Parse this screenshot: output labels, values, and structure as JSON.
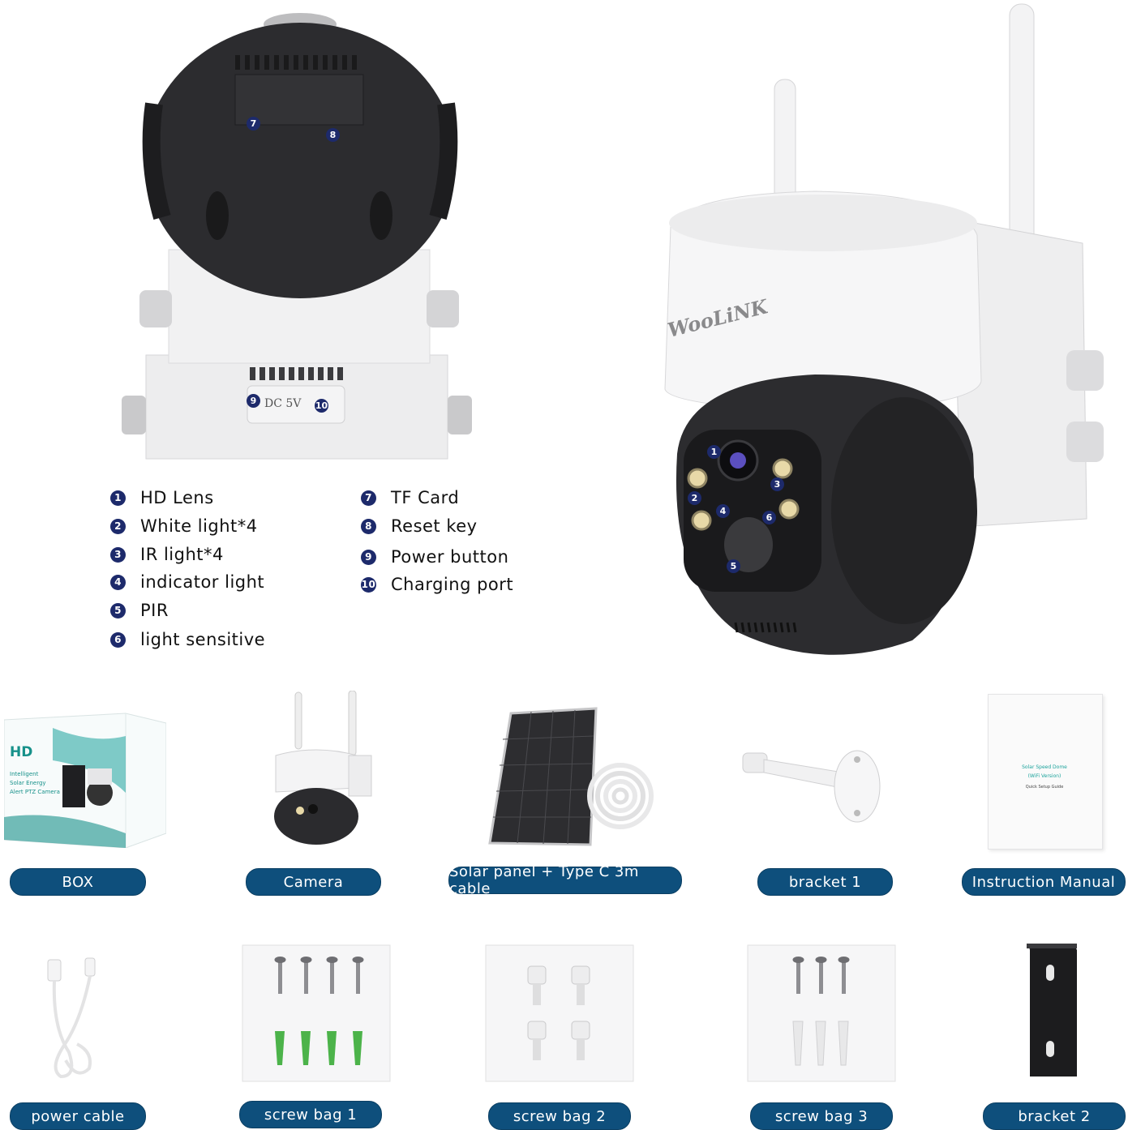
{
  "callouts_back": [
    "7",
    "8",
    "9",
    "10"
  ],
  "back_port_label": "DC 5V",
  "callouts_front": [
    "1",
    "2",
    "3",
    "4",
    "5",
    "6"
  ],
  "brand": "WooLiNK",
  "features_left": [
    {
      "num": "1",
      "label": "HD Lens"
    },
    {
      "num": "2",
      "label": "White light*4"
    },
    {
      "num": "3",
      "label": "IR light*4"
    },
    {
      "num": "4",
      "label": "indicator light"
    },
    {
      "num": "5",
      "label": "PIR"
    },
    {
      "num": "6",
      "label": "light sensitive"
    }
  ],
  "features_right": [
    {
      "num": "7",
      "label": "TF Card"
    },
    {
      "num": "8",
      "label": "Reset key"
    },
    {
      "num": "9",
      "label": "Power button"
    },
    {
      "num": "10",
      "label": "Charging port"
    }
  ],
  "box_text": {
    "hd": "HD",
    "line1": "Intelligent",
    "line2": "Solar Energy",
    "line3": "Alert PTZ Camera"
  },
  "manual_text": {
    "line1": "Solar Speed Dome",
    "line2": "(WiFi Version)",
    "line3": "Quick Setup Guide"
  },
  "items_row1": [
    "BOX",
    "Camera",
    "Solar panel + Type C 3m cable",
    "bracket 1",
    "Instruction Manual"
  ],
  "items_row2": [
    "power cable",
    "screw bag 1",
    "screw bag 2",
    "screw bag 3",
    "bracket 2"
  ],
  "colors": {
    "pill": "#0e4f7c",
    "callout": "#1d2a6b",
    "camera_dark": "#2c2c2f",
    "camera_white": "#e9e9ea"
  }
}
